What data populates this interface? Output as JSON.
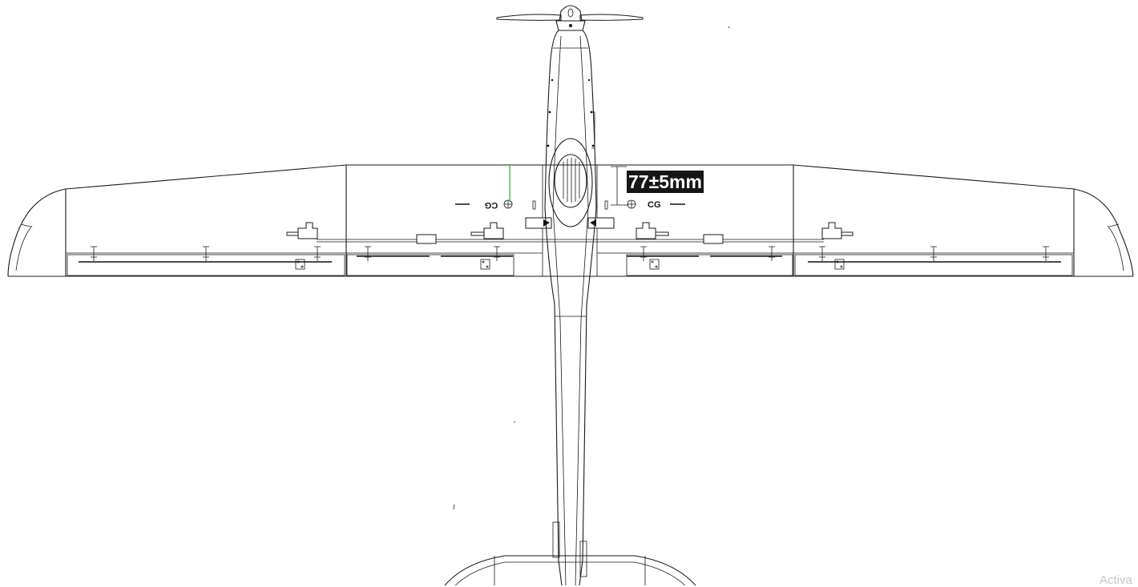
{
  "drawing": {
    "cg_dimension": "77±5mm",
    "cg_label_left": "CG",
    "cg_label_right": "CG",
    "watermark": "Activa",
    "accent_color": "#2fb52f"
  }
}
